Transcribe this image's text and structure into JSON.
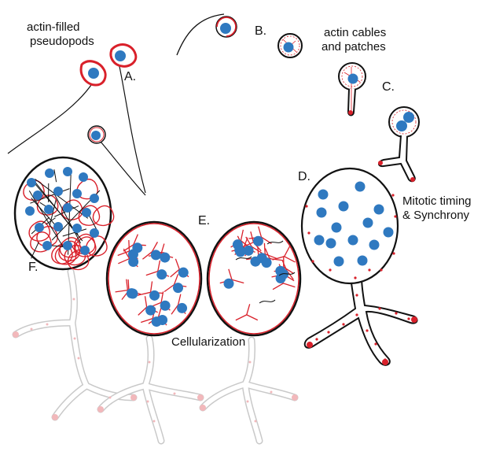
{
  "colors": {
    "nucleus": "#2f79c0",
    "actin": "#d9202a",
    "membrane": "#111111",
    "faded": "#c9c9c9",
    "faded_actin": "#f2b8bb"
  },
  "labels": {
    "pseudopods": "actin-filled pseudopods",
    "stage_a": "A.",
    "stage_b": "B.",
    "actin_cables": "actin cables and patches",
    "stage_c": "C.",
    "stage_d": "D.",
    "mitotic": "Mitotic timing & Synchrony",
    "stage_e": "E.",
    "stage_f": "F.",
    "cellularization": "Cellularization"
  }
}
